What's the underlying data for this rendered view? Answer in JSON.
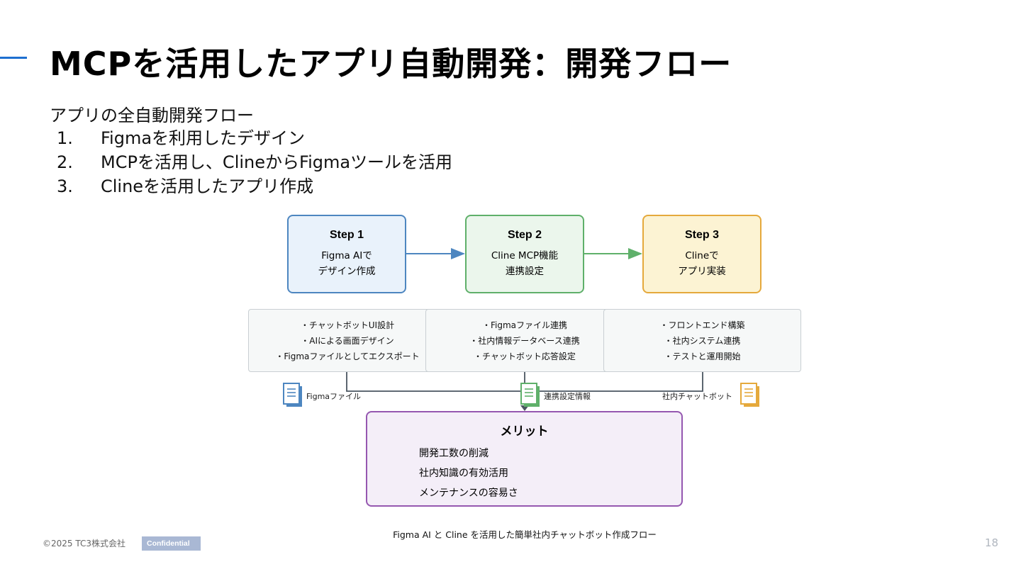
{
  "slide": {
    "title": "MCPを活用したアプリ自動開発：開発フロー",
    "intro": "アプリの全自動開発フロー",
    "flow_items": [
      {
        "num": "1.",
        "text": "Figmaを利用したデザイン"
      },
      {
        "num": "2.",
        "text": "MCPを活用し、ClineからFigmaツールを活用"
      },
      {
        "num": "3.",
        "text": "Clineを活用したアプリ作成"
      }
    ]
  },
  "diagram": {
    "steps": [
      {
        "title": "Step 1",
        "lines": [
          "Figma AIで",
          "デザイン作成"
        ],
        "color": "#4d86c0"
      },
      {
        "title": "Step 2",
        "lines": [
          "Cline MCP機能",
          "連携設定"
        ],
        "color": "#5fb06a"
      },
      {
        "title": "Step 3",
        "lines": [
          "Clineで",
          "アプリ実装"
        ],
        "color": "#e5a93c"
      }
    ],
    "details": [
      [
        "・チャットボットUI設計",
        "・AIによる画面デザイン",
        "・Figmaファイルとしてエクスポート"
      ],
      [
        "・Figmaファイル連携",
        "・社内情報データベース連携",
        "・チャットボット応答設定"
      ],
      [
        "・フロントエンド構築",
        "・社内システム連携",
        "・テストと運用開始"
      ]
    ],
    "documents": [
      {
        "label": "Figmaファイル",
        "icon": "document-icon",
        "color": "#4d86c0"
      },
      {
        "label": "連携設定情報",
        "icon": "document-icon",
        "color": "#5fb06a"
      },
      {
        "label": "社内チャットボット",
        "icon": "document-icon",
        "color": "#e5a93c"
      }
    ],
    "merit": {
      "title": "メリット",
      "items": [
        "開発工数の削減",
        "社内知識の有効活用",
        "メンテナンスの容易さ"
      ],
      "color": "#9557b0"
    },
    "caption": "Figma AI と Cline を活用した簡単社内チャットボット作成フロー"
  },
  "footer": {
    "copyright": "©2025 TC3株式会社",
    "badge": "Confidential",
    "page": "18"
  }
}
